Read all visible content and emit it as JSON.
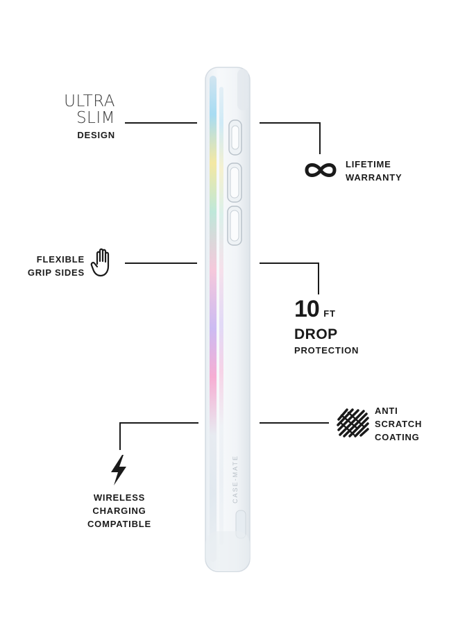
{
  "features": {
    "ultra_slim": {
      "line1": "ULTRA",
      "line2": "SLIM",
      "line3": "DESIGN"
    },
    "lifetime_warranty": {
      "line1": "LIFETIME",
      "line2": "WARRANTY",
      "icon": "infinity-icon"
    },
    "flexible_grip": {
      "line1": "FLEXIBLE",
      "line2": "GRIP SIDES",
      "icon": "hand-icon"
    },
    "drop_protection": {
      "number": "10",
      "unit": "FT",
      "line1": "DROP",
      "line2": "PROTECTION"
    },
    "anti_scratch": {
      "line1": "ANTI",
      "line2": "SCRATCH",
      "line3": "COATING",
      "icon": "scribble-icon"
    },
    "wireless_charging": {
      "line1": "WIRELESS",
      "line2": "CHARGING",
      "line3": "COMPATIBLE",
      "icon": "lightning-bolt-icon"
    }
  },
  "product": {
    "brand_text": "CASE-MATE"
  },
  "colors": {
    "text": "#1a1a1a",
    "background": "#ffffff"
  }
}
